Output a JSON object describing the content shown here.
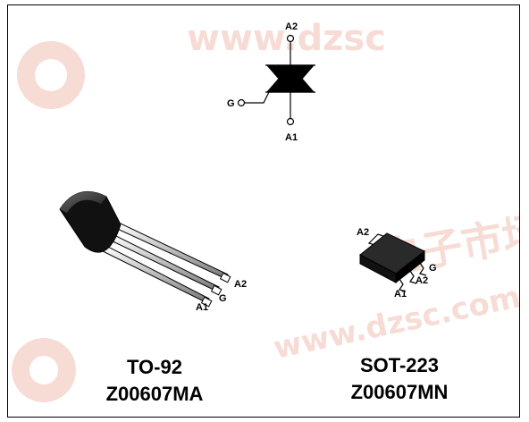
{
  "triac": {
    "pin_a2": "A2",
    "pin_a1": "A1",
    "pin_g": "G"
  },
  "to92": {
    "name": "TO-92",
    "part": "Z00607MA",
    "pin_a2": "A2",
    "pin_g": "G",
    "pin_a1": "A1"
  },
  "sot223": {
    "name": "SOT-223",
    "part": "Z00607MN",
    "pin_a2_tab": "A2",
    "pin_g": "G",
    "pin_a2": "A2",
    "pin_a1": "A1"
  },
  "watermark": {
    "top_text": "www.dzsc",
    "mid_text": "电子市场网",
    "bottom_text": "www.dzsc.com"
  },
  "colors": {
    "ink": "#000000",
    "watermark": "#e89a8a",
    "package_body": "#1a1a1a"
  }
}
